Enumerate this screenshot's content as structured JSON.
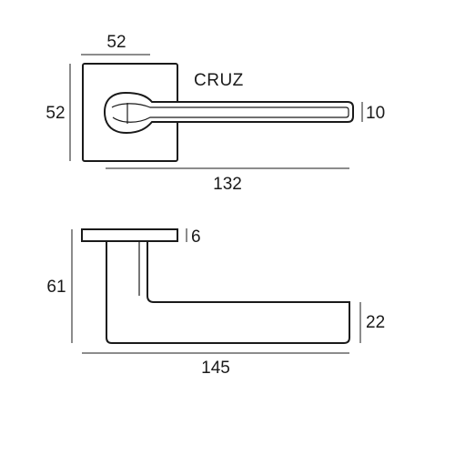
{
  "model_name": "CRUZ",
  "top_view": {
    "rose_width": "52",
    "rose_height": "52",
    "lever_length": "132",
    "lever_thickness": "10"
  },
  "side_view": {
    "rose_thickness": "6",
    "projection": "61",
    "grip_height": "22",
    "total_length": "145"
  }
}
